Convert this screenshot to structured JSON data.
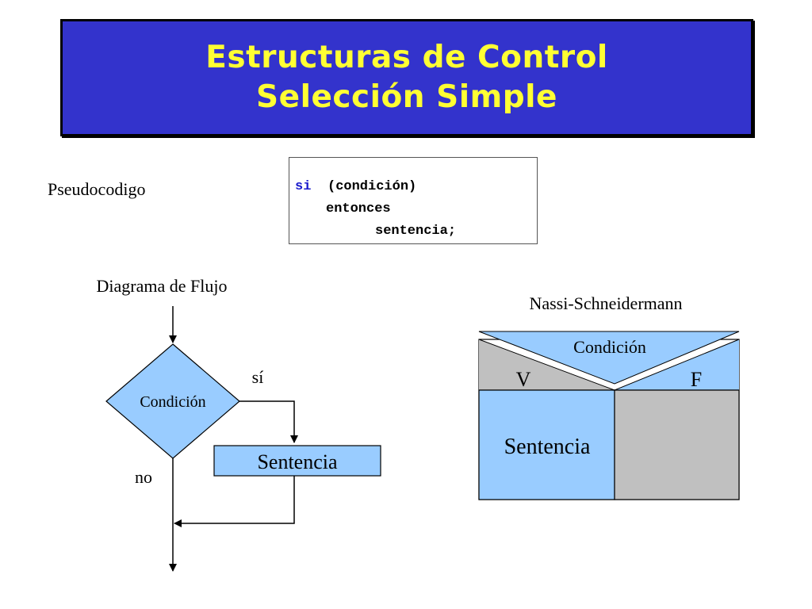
{
  "title": {
    "line1": "Estructuras de Control",
    "line2": "Selección Simple"
  },
  "pseudocode": {
    "label": "Pseudocodigo",
    "keyword": "si",
    "condition": "(condición)",
    "then": "entonces",
    "statement": "sentencia;"
  },
  "flowchart": {
    "label": "Diagrama de Flujo",
    "decision": "Condición",
    "yes": "sí",
    "no": "no",
    "statement": "Sentencia"
  },
  "nassi": {
    "label": "Nassi-Schneidermann",
    "condition": "Condición",
    "true_label": "V",
    "false_label": "F",
    "statement": "Sentencia"
  },
  "colors": {
    "title_bg": "#3333cc",
    "title_text": "#ffff33",
    "shape_fill": "#99ccff",
    "gray_fill": "#c0c0c0",
    "keyword": "#1a1acc"
  }
}
